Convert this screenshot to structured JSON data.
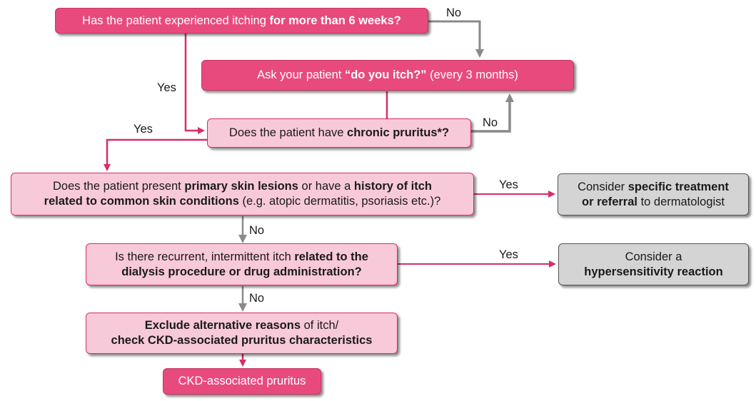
{
  "nodes": {
    "q1": {
      "text_a": "Has the patient experienced itching ",
      "text_b": "for more than 6 weeks?"
    },
    "ask": {
      "text_a": "Ask your patient ",
      "text_b": "“do you itch?”",
      "text_c": " (every 3 months)"
    },
    "q2": {
      "text_a": "Does the patient have ",
      "text_b": "chronic pruritus*?"
    },
    "q3": {
      "text_a": "Does the patient present ",
      "text_b": "primary skin lesions",
      "text_c": " or have a ",
      "text_d": "history of itch",
      "text_e": "related to common skin conditions",
      "text_f": " (e.g. atopic dermatitis, psoriasis etc.)?"
    },
    "r1": {
      "text_a": "Consider ",
      "text_b": "specific treatment",
      "text_c": "or referral",
      "text_d": " to dermatologist"
    },
    "q4": {
      "text_a": "Is there recurrent, intermittent itch ",
      "text_b": "related to the",
      "text_c": "dialysis procedure or drug administration?"
    },
    "r2": {
      "text_a": "Consider a",
      "text_b": "hypersensitivity reaction"
    },
    "q5": {
      "text_a": "Exclude alternative reasons",
      "text_b": " of itch/",
      "text_c": "check CKD-associated pruritus characteristics"
    },
    "end": {
      "text_a": "CKD-associated pruritus"
    }
  },
  "edge_labels": {
    "q1_no": "No",
    "q1_yes": "Yes",
    "q2_no": "No",
    "q2_yes": "Yes",
    "q3_yes": "Yes",
    "q3_no": "No",
    "q4_yes": "Yes",
    "q4_no": "No"
  },
  "colors": {
    "dark_pink": "#e84a7e",
    "light_pink": "#f8c9d8",
    "border_pink": "#d72e64",
    "gray_fill": "#d4d4d4",
    "gray_arrow": "#8a8a8a"
  }
}
